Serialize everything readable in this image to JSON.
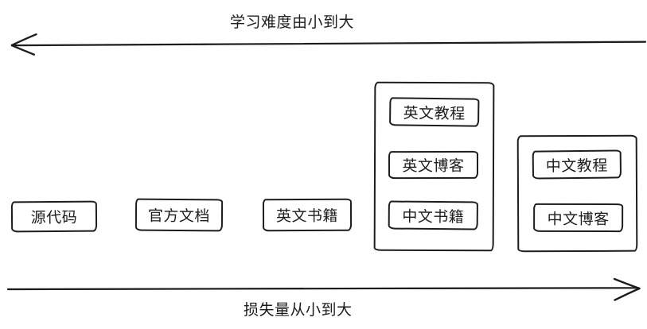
{
  "canvas": {
    "background": "#ffffff",
    "ink_color": "#1d1d1d"
  },
  "top_axis": {
    "label": "学习难度由小到大",
    "direction": "left"
  },
  "bottom_axis": {
    "label": "损失量从小到大",
    "direction": "right"
  },
  "nodes": [
    {
      "label": "源代码"
    },
    {
      "label": "官方文档"
    },
    {
      "label": "英文书籍"
    }
  ],
  "groups": [
    {
      "items": [
        {
          "label": "英文教程"
        },
        {
          "label": "英文博客"
        },
        {
          "label": "中文书籍"
        }
      ]
    },
    {
      "items": [
        {
          "label": "中文教程"
        },
        {
          "label": "中文博客"
        }
      ]
    }
  ]
}
